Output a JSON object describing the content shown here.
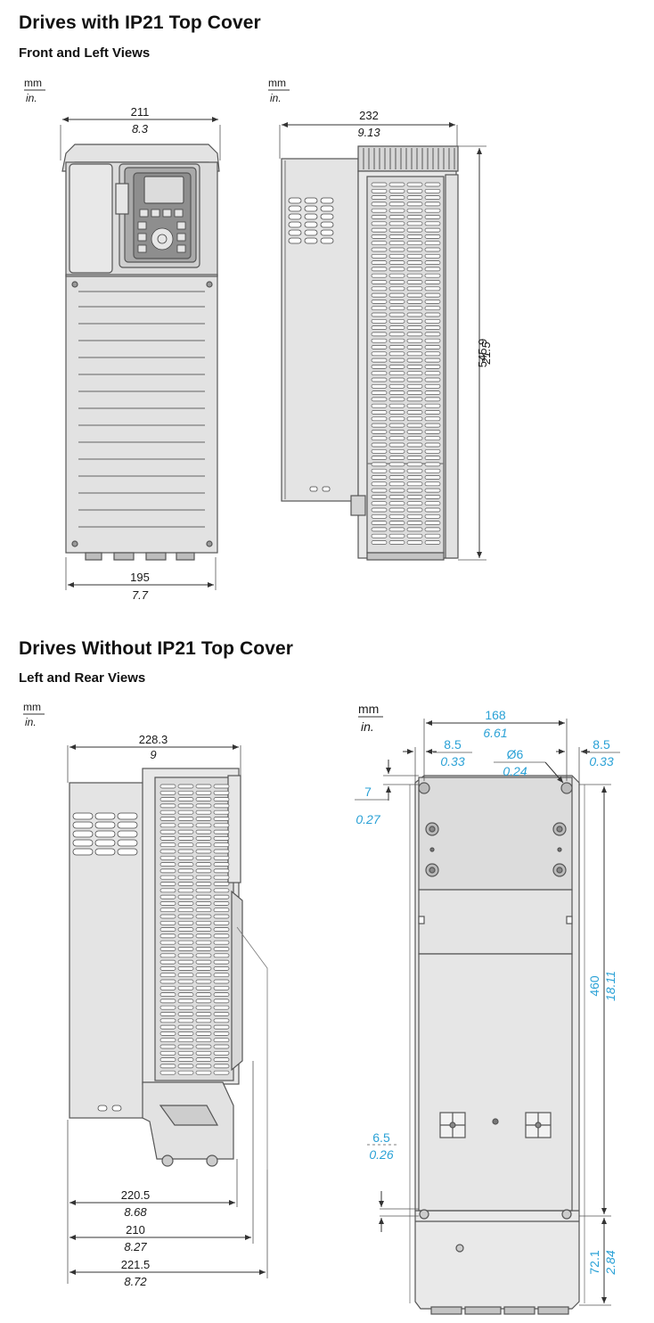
{
  "section1": {
    "title": "Drives with IP21 Top Cover",
    "subtitle": "Front and Left Views",
    "units": {
      "mm": "mm",
      "in": "in."
    },
    "front": {
      "width_mm": "211",
      "width_in": "8.3",
      "bottom_mm": "195",
      "bottom_in": "7.7"
    },
    "left": {
      "depth_mm": "232",
      "depth_in": "9.13",
      "height_mm": "545.9",
      "height_in": "21.5"
    }
  },
  "section2": {
    "title": "Drives Without IP21 Top Cover",
    "subtitle": "Left and Rear Views",
    "units": {
      "mm": "mm",
      "in": "in."
    },
    "left": {
      "top_mm": "228.3",
      "top_in": "9",
      "d1_mm": "220.5",
      "d1_in": "8.68",
      "d2_mm": "210",
      "d2_in": "8.27",
      "d3_mm": "221.5",
      "d3_in": "8.72"
    },
    "rear": {
      "width_mm": "168",
      "width_in": "6.61",
      "left_off_mm": "8.5",
      "left_off_in": "0.33",
      "hole_mm": "Ø6",
      "hole_in": "0.24",
      "right_off_mm": "8.5",
      "right_off_in": "0.33",
      "top_off_mm": "7",
      "top_off_in": "0.27",
      "height_mm": "460",
      "height_in": "18.11",
      "bottom_off_mm": "6.5",
      "bottom_off_in": "0.26",
      "lower_mm": "72.1",
      "lower_in": "2.84"
    }
  },
  "colors": {
    "dimension_accent": "#2aa1d6",
    "panel_fill": "#e9e9e9",
    "outline": "#555555"
  }
}
